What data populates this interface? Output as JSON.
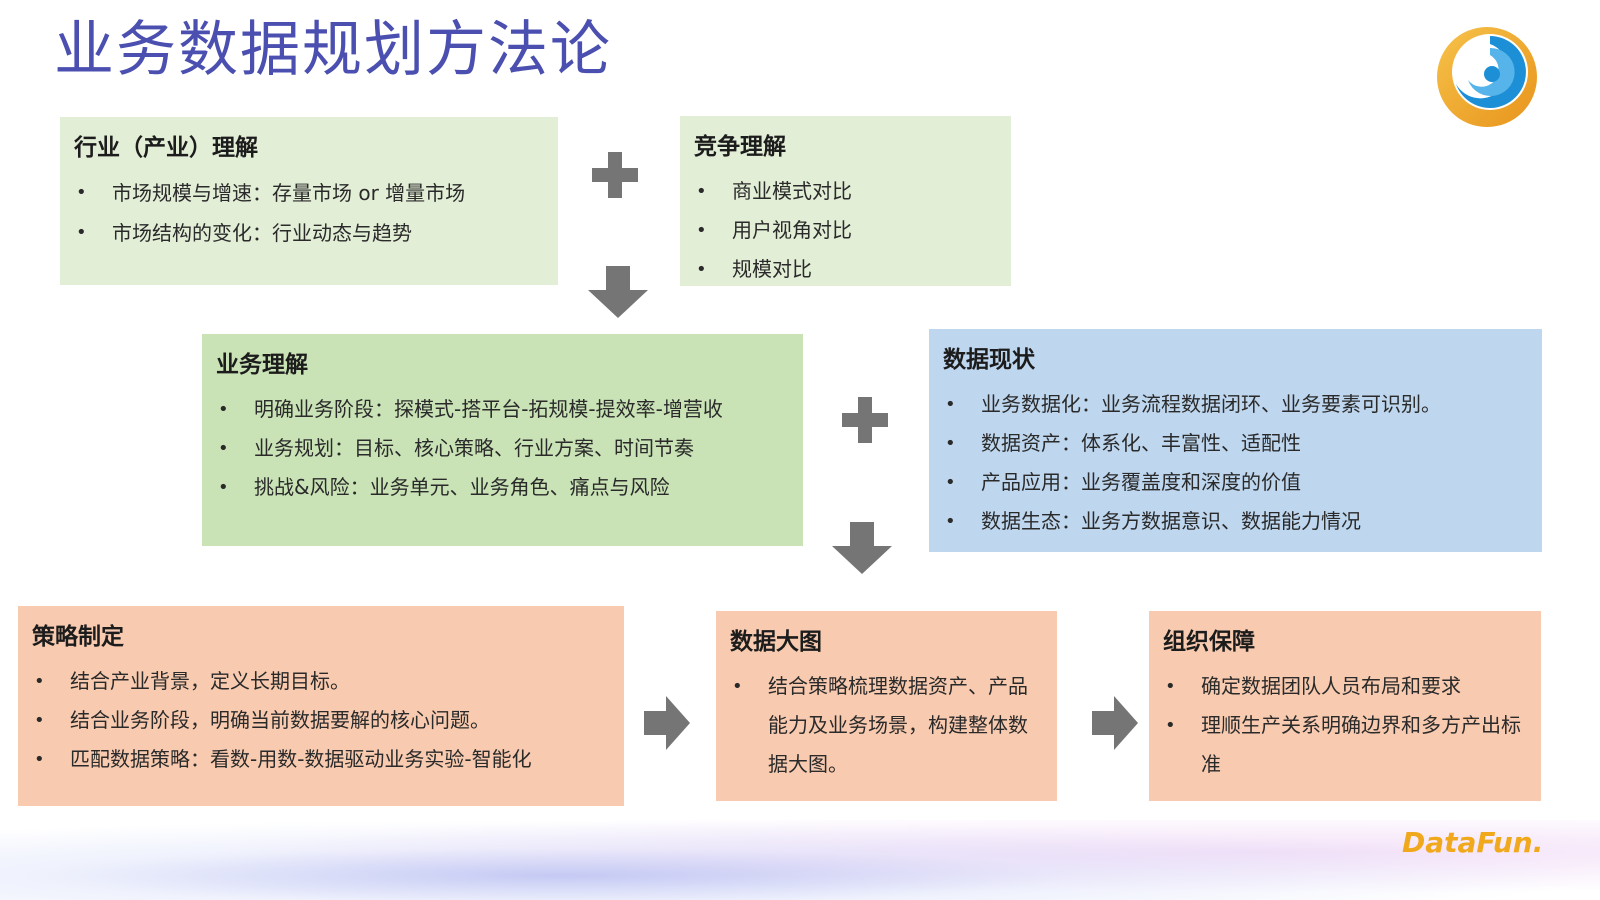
{
  "title": "业务数据规划方法论",
  "brand": "DataFun.",
  "colors": {
    "title": "#4a4fb0",
    "green_light": "#e3eed7",
    "green_mid": "#c9e3b6",
    "blue": "#bed6ee",
    "orange": "#f8cbb0",
    "symbol": "#757575"
  },
  "icons": {
    "plus": "plus-icon",
    "down_arrow": "arrow-down-icon",
    "right_arrow": "arrow-right-icon",
    "logo": "swirl-logo-icon"
  },
  "boxes": {
    "industry": {
      "heading": "行业（产业）理解",
      "items": [
        "市场规模与增速：存量市场 or 增量市场",
        "市场结构的变化：行业动态与趋势"
      ]
    },
    "competition": {
      "heading": "竞争理解",
      "items": [
        "商业模式对比",
        "用户视角对比",
        "规模对比"
      ]
    },
    "business": {
      "heading": "业务理解",
      "items": [
        "明确业务阶段：探模式-搭平台-拓规模-提效率-增营收",
        "业务规划：目标、核心策略、行业方案、时间节奏",
        "挑战&风险：业务单元、业务角色、痛点与风险"
      ]
    },
    "data_status": {
      "heading": "数据现状",
      "items": [
        "业务数据化：业务流程数据闭环、业务要素可识别。",
        "数据资产：体系化、丰富性、适配性",
        "产品应用：业务覆盖度和深度的价值",
        "数据生态：业务方数据意识、数据能力情况"
      ]
    },
    "strategy": {
      "heading": "策略制定",
      "items": [
        "结合产业背景，定义长期目标。",
        "结合业务阶段，明确当前数据要解的核心问题。",
        "匹配数据策略：看数-用数-数据驱动业务实验-智能化"
      ]
    },
    "data_map": {
      "heading": "数据大图",
      "items": [
        "结合策略梳理数据资产、产品能力及业务场景，构建整体数据大图。"
      ]
    },
    "org": {
      "heading": "组织保障",
      "items": [
        "确定数据团队人员布局和要求",
        "理顺生产关系明确边界和多方产出标准"
      ]
    }
  }
}
